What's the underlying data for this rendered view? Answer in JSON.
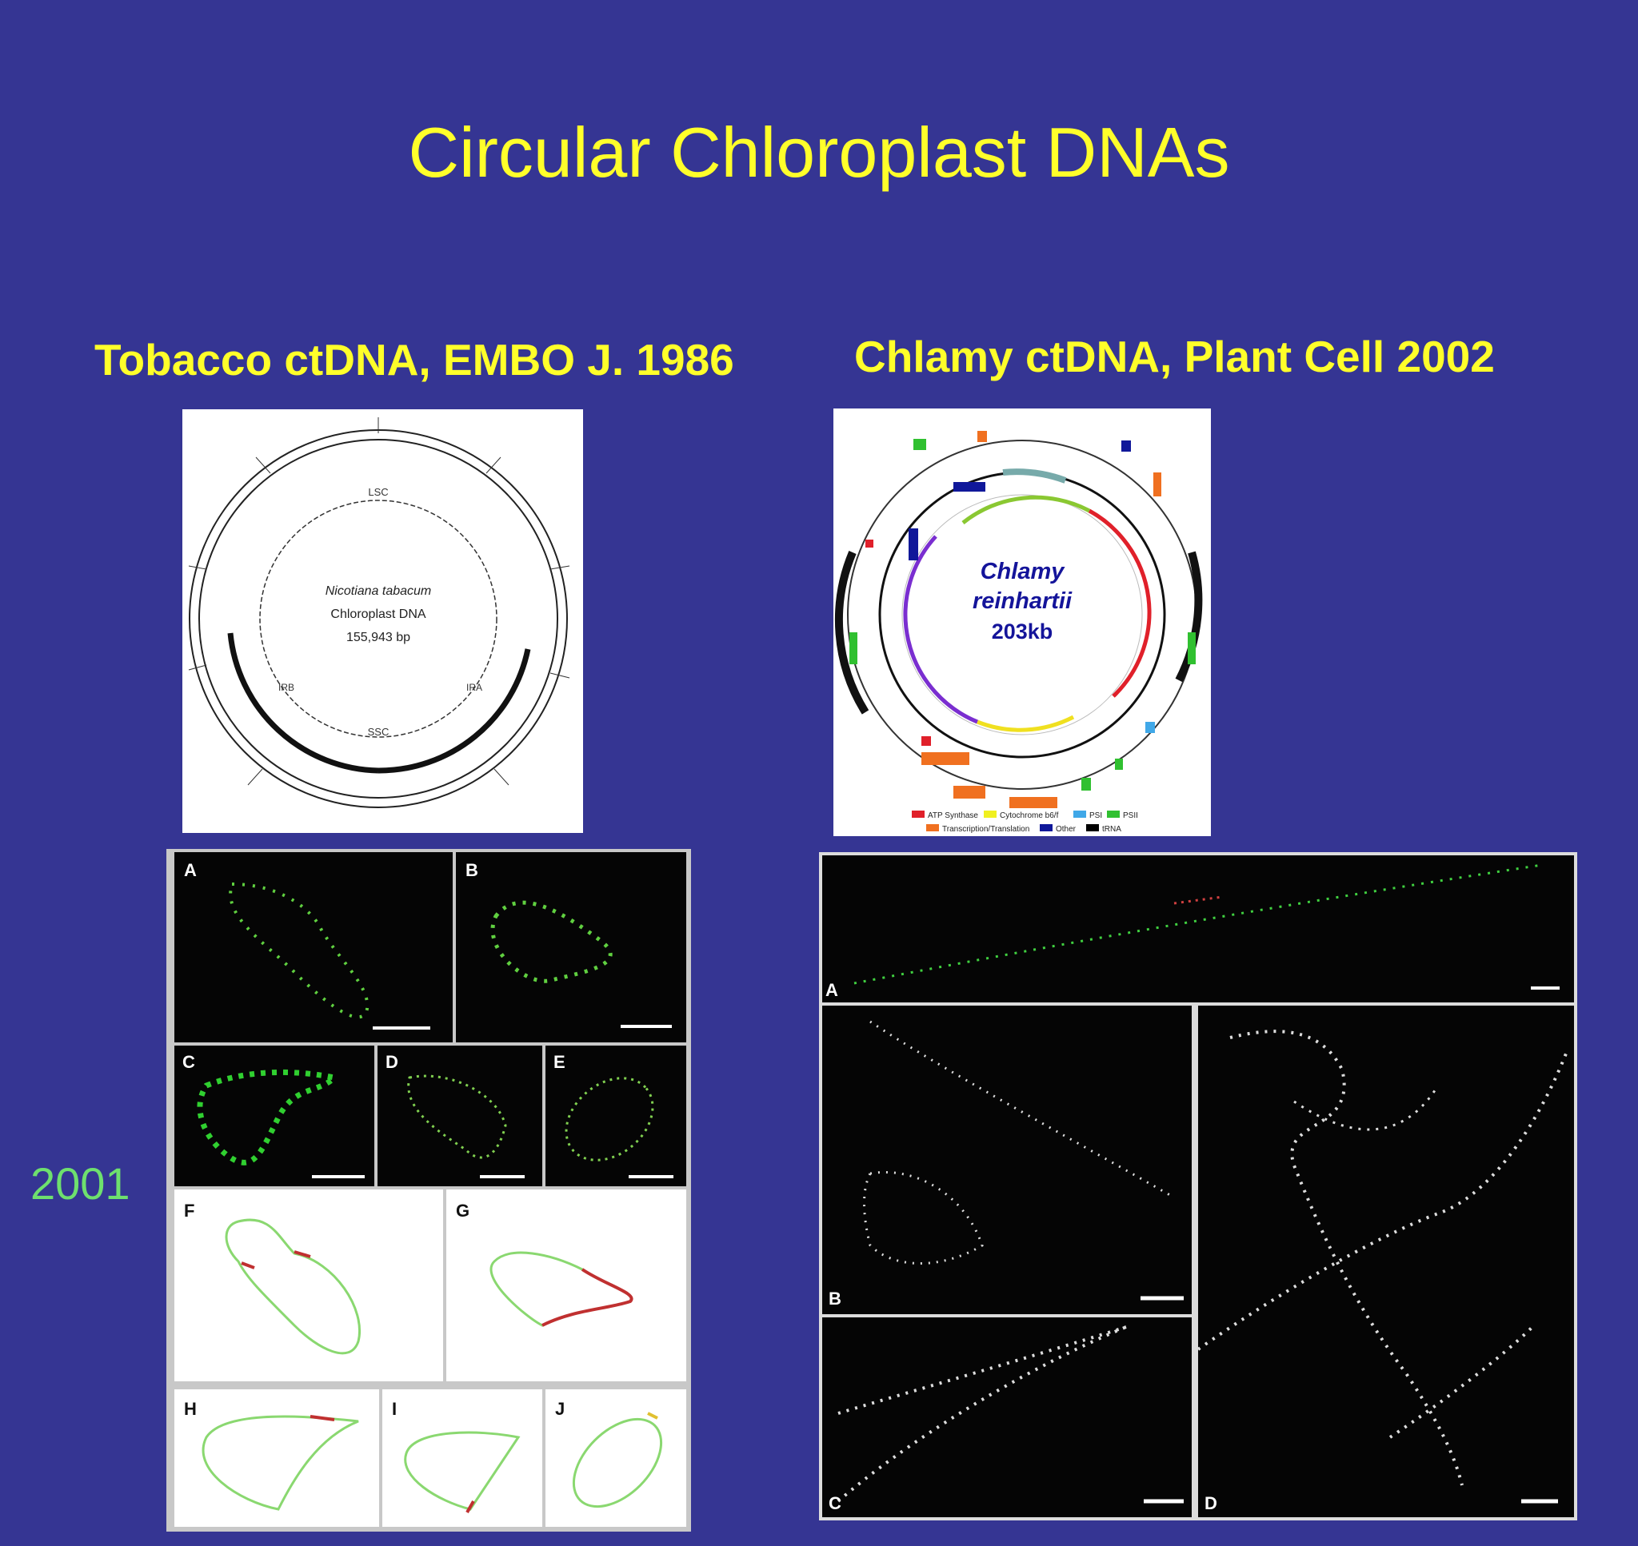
{
  "title": "Circular Chloroplast DNAs",
  "left_heading": "Tobacco ctDNA, EMBO J. 1986",
  "right_heading": "Chlamy ctDNA, Plant Cell 2002",
  "year_label": "2001",
  "tobacco_map": {
    "species": "Nicotiana tabacum",
    "line2": "Chloroplast DNA",
    "size": "155,943 bp",
    "regions": [
      "LSC",
      "IRB",
      "SSC",
      "IRA"
    ]
  },
  "chlamy_map": {
    "line1": "Chlamy",
    "line2": "reinhartii",
    "size": "203kb",
    "legend": [
      {
        "label": "ATP Synthase",
        "color": "#e0202a"
      },
      {
        "label": "Cytochrome b6/f",
        "color": "#f0f020"
      },
      {
        "label": "PSI",
        "color": "#40a8e8"
      },
      {
        "label": "PSII",
        "color": "#30c030"
      },
      {
        "label": "Transcription/Translation",
        "color": "#f07020"
      },
      {
        "label": "Other",
        "color": "#10189a"
      },
      {
        "label": "tRNA",
        "color": "#000000"
      }
    ]
  },
  "tobacco_panels": [
    "A",
    "B",
    "C",
    "D",
    "E",
    "F",
    "G",
    "H",
    "I",
    "J"
  ],
  "chlamy_panels": [
    "A",
    "B",
    "C",
    "D"
  ]
}
